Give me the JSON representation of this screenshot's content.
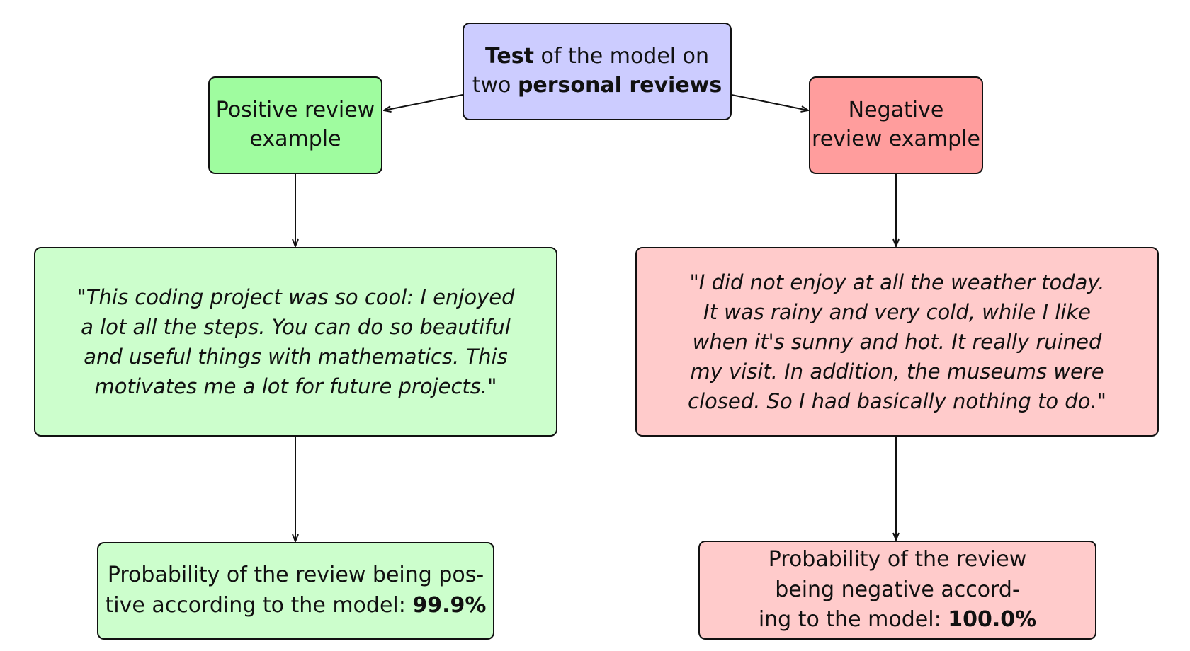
{
  "title": {
    "bold_1": "Test",
    "rest_1": " of the model on",
    "plain_2": "two ",
    "bold_2": "personal reviews"
  },
  "positive": {
    "label_line_1": "Positive review",
    "label_line_2": "example",
    "review_lines": [
      "\"This coding project was so cool: I enjoyed",
      "a lot all the steps. You can do so beautiful",
      "and useful things with mathematics. This",
      "motivates me a lot for future projects.\""
    ],
    "result_line_1": "Probability of the review being pos-",
    "result_line_2": "tive according to the model: ",
    "result_value": "99.9%"
  },
  "negative": {
    "label_line_1": "Negative",
    "label_line_2": "review example",
    "review_lines": [
      "\"I did not enjoy at all the weather today.",
      "It was rainy and very cold, while I like",
      "when it's sunny and hot. It really ruined",
      "my visit. In addition, the museums were",
      "closed. So I had basically nothing to do.\""
    ],
    "result_line_1": "Probability of the review",
    "result_line_2": "being negative accord-",
    "result_line_3": "ing to the model: ",
    "result_value": "100.0%"
  },
  "colors": {
    "title_fill": "#ccccff",
    "positive_label_fill": "#9ffc9f",
    "negative_label_fill": "#ff9d9d",
    "positive_box_fill": "#ccfecc",
    "negative_box_fill": "#ffcbcb",
    "stroke": "#111111"
  }
}
